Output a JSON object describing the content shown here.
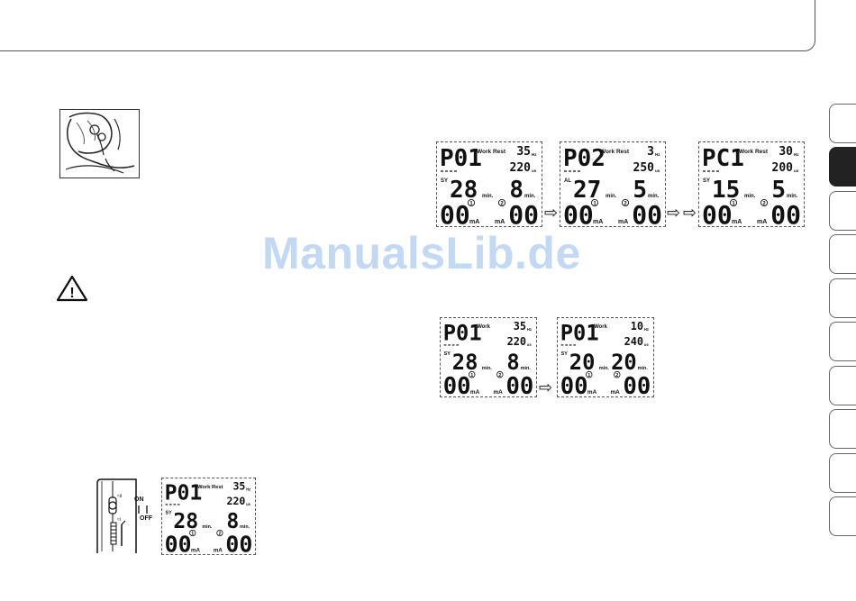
{
  "watermark": "ManualsLib.de",
  "arrow_glyph": "⇨",
  "warning_glyph": "!",
  "switch": {
    "on": "ON",
    "off": "OFF"
  },
  "units": {
    "hz": "Hz",
    "us": "us",
    "min": "min.",
    "ma": "mA"
  },
  "work_rest": "Work Rest",
  "work": "Work",
  "displays": {
    "row1": [
      {
        "prog": "P01",
        "label": "Work Rest",
        "hz": "35",
        "us": "220",
        "mode": "SY",
        "t1": "28",
        "t2": "8",
        "ch1": "00",
        "ch2": "00"
      },
      {
        "prog": "P02",
        "label": "Work Rest",
        "hz": "3",
        "us": "250",
        "mode": "AL",
        "t1": "27",
        "t2": "5",
        "ch1": "00",
        "ch2": "00"
      },
      {
        "prog": "PC1",
        "label": "Work Rest",
        "hz": "30",
        "us": "200",
        "mode": "SY",
        "t1": "15",
        "t2": "5",
        "ch1": "00",
        "ch2": "00"
      }
    ],
    "row2": [
      {
        "prog": "P01",
        "label": "Work",
        "hz": "35",
        "us": "220",
        "mode": "SY",
        "t1": "28",
        "t2": "8",
        "ch1": "00",
        "ch2": "00"
      },
      {
        "prog": "P01",
        "label": "Work",
        "hz": "10",
        "us": "240",
        "mode": "SY",
        "t1": "20",
        "t2": "20",
        "ch1": "00",
        "ch2": "00"
      }
    ],
    "bottom": {
      "prog": "P01",
      "label": "Work Rest",
      "hz": "35",
      "us": "220",
      "mode": "SY",
      "t1": "28",
      "t2": "8",
      "ch1": "00",
      "ch2": "00"
    }
  }
}
